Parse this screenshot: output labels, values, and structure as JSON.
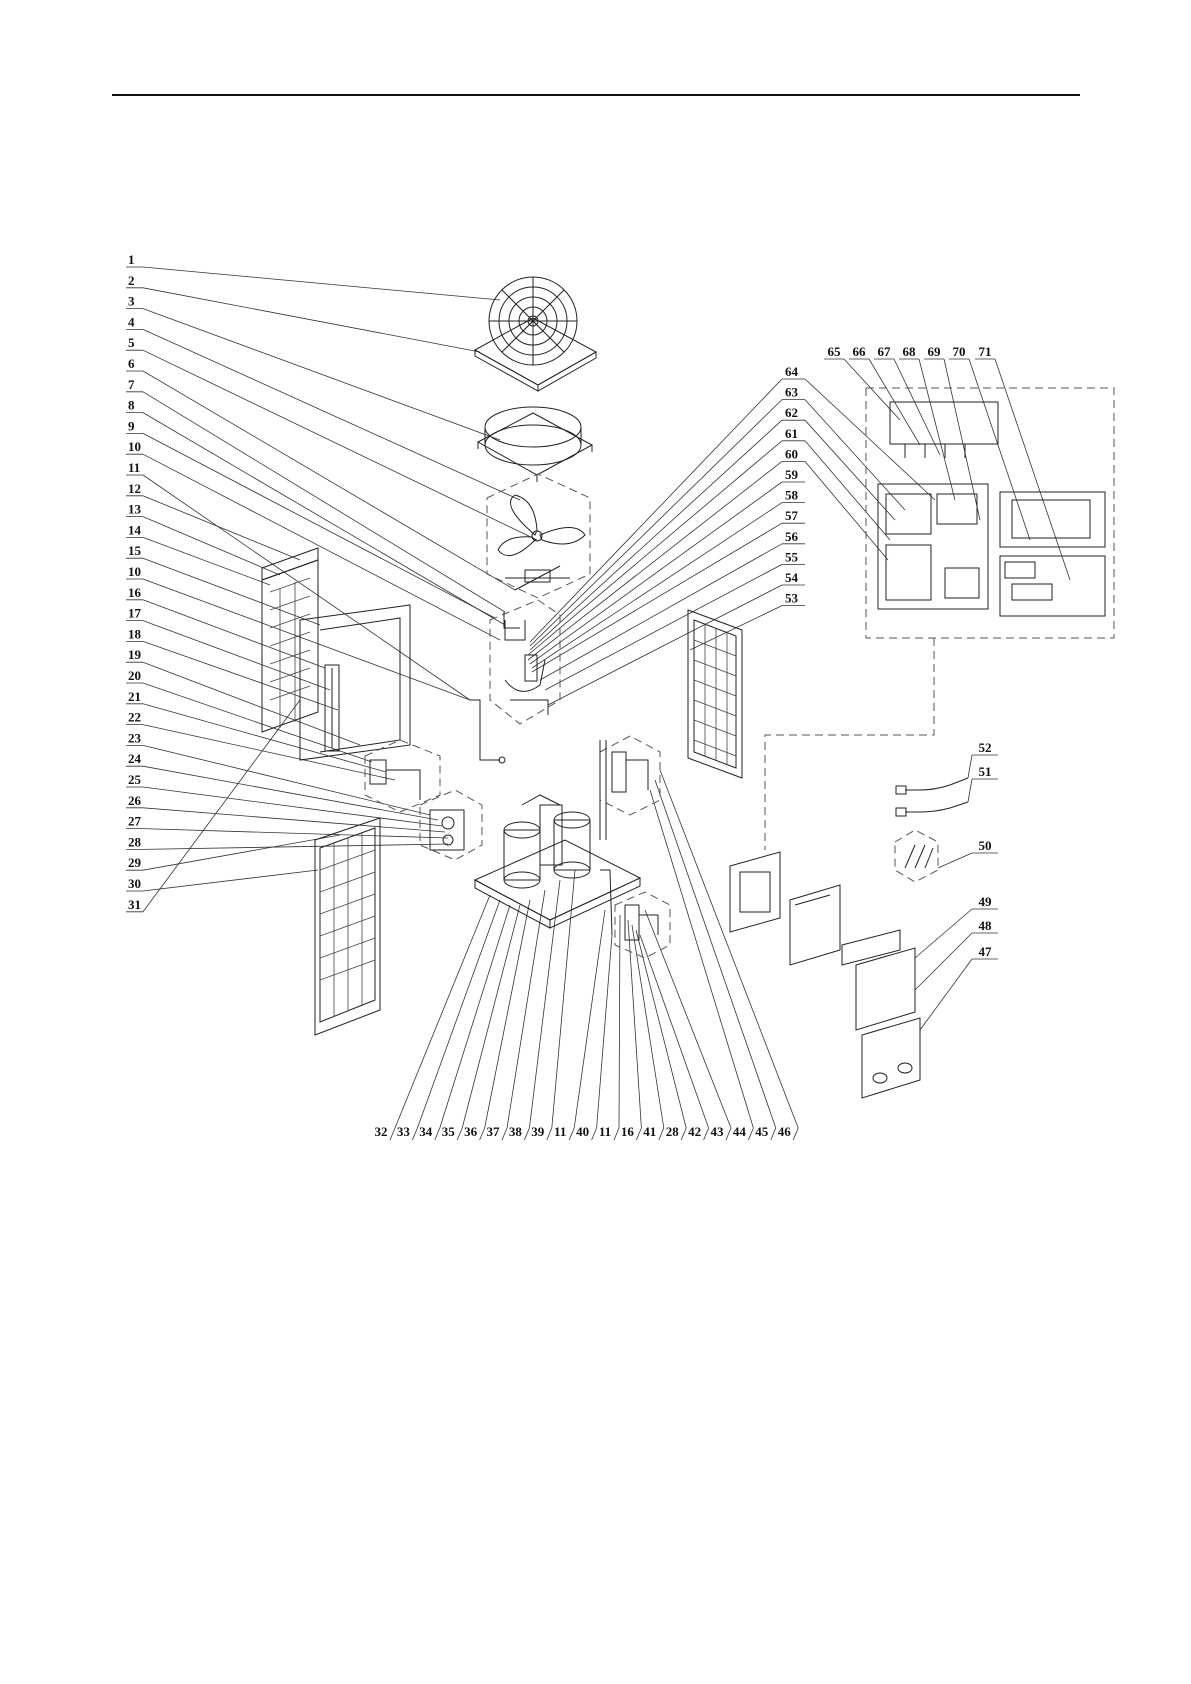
{
  "diagram": {
    "left_labels": [
      "1",
      "2",
      "3",
      "4",
      "5",
      "6",
      "7",
      "8",
      "9",
      "10",
      "11",
      "12",
      "13",
      "14",
      "15",
      "10",
      "16",
      "17",
      "18",
      "19",
      "20",
      "21",
      "22",
      "23",
      "24",
      "25",
      "26",
      "27",
      "28",
      "29",
      "30",
      "31"
    ],
    "right_labels": [
      "64",
      "63",
      "62",
      "61",
      "60",
      "59",
      "58",
      "57",
      "56",
      "55",
      "54",
      "53"
    ],
    "box_top_labels": [
      "65",
      "66",
      "67",
      "68",
      "69",
      "70",
      "71"
    ],
    "right_mid_labels": [
      "52",
      "51",
      "50",
      "49",
      "48",
      "47"
    ],
    "bottom_labels": [
      "32",
      "33",
      "34",
      "35",
      "36",
      "37",
      "38",
      "39",
      "11",
      "40",
      "11",
      "16",
      "41",
      "28",
      "42",
      "43",
      "44",
      "45",
      "46"
    ]
  }
}
